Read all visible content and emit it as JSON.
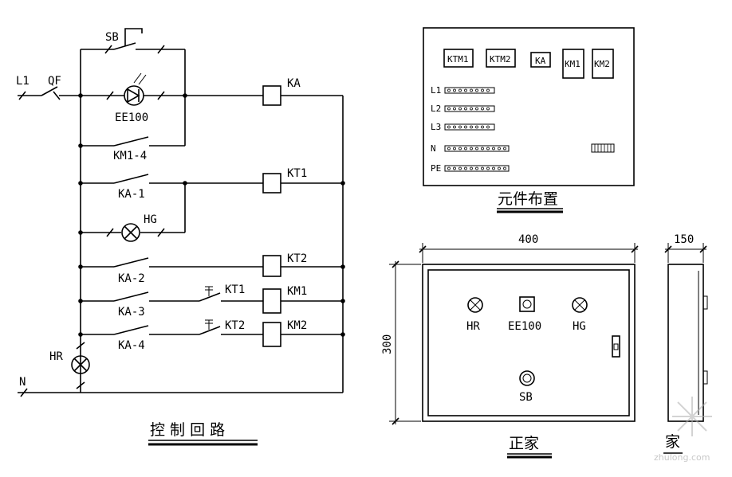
{
  "control_circuit": {
    "title": "控 制 回 路",
    "labels": {
      "sb": "SB",
      "l1": "L1",
      "qf": "QF",
      "ee100": "EE100",
      "km1_4": "KM1-4",
      "ka": "KA",
      "kt1": "KT1",
      "ka_1": "KA-1",
      "hg": "HG",
      "kt2": "KT2",
      "ka_2": "KA-2",
      "ka_3": "KA-3",
      "kt1_contact": "KT1",
      "km1": "KM1",
      "ka_4": "KA-4",
      "kt2_contact": "KT2",
      "km2": "KM2",
      "hr": "HR",
      "n": "N"
    }
  },
  "layout_panel": {
    "title": "元件布置",
    "components": [
      "KTM1",
      "KTM2",
      "KA",
      "KM1",
      "KM2"
    ],
    "terminals": [
      "L1",
      "L2",
      "L3",
      "N",
      "PE"
    ]
  },
  "front_view": {
    "title": "正家",
    "width_dim": "400",
    "height_dim": "300",
    "items": {
      "hr": "HR",
      "ee100": "EE100",
      "hg": "HG",
      "sb": "SB"
    }
  },
  "side_view": {
    "title": "家",
    "depth_dim": "150"
  },
  "watermark": "zhulong.com"
}
